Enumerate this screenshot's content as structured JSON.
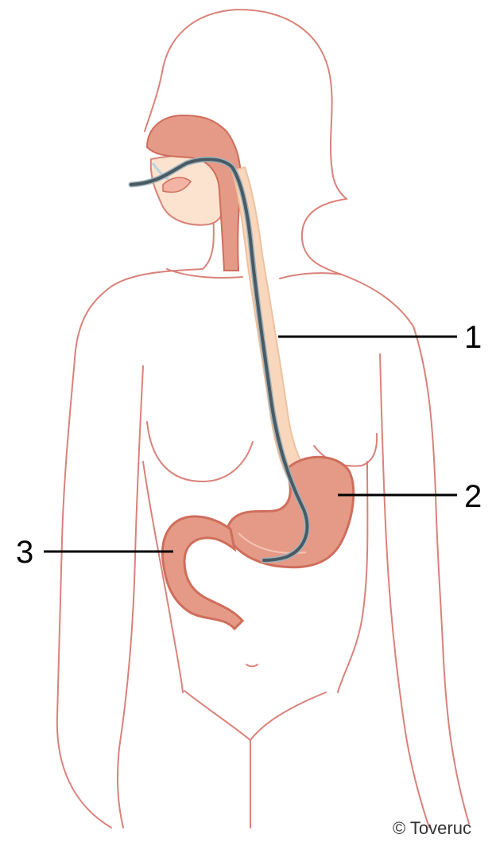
{
  "colors": {
    "outline": "#d9827a",
    "organ_fill": "#e49a86",
    "organ_stroke": "#cf6e5c",
    "skin_fill": "#fbe3cf",
    "esophagus_fill": "#f8d7bd",
    "tube": "#4a5a62",
    "tube_highlight": "#9fb3bc",
    "leader": "#000000"
  },
  "labels": [
    {
      "id": "1",
      "text": "1"
    },
    {
      "id": "2",
      "text": "2"
    },
    {
      "id": "3",
      "text": "3"
    }
  ],
  "credit": "© Toveruc"
}
